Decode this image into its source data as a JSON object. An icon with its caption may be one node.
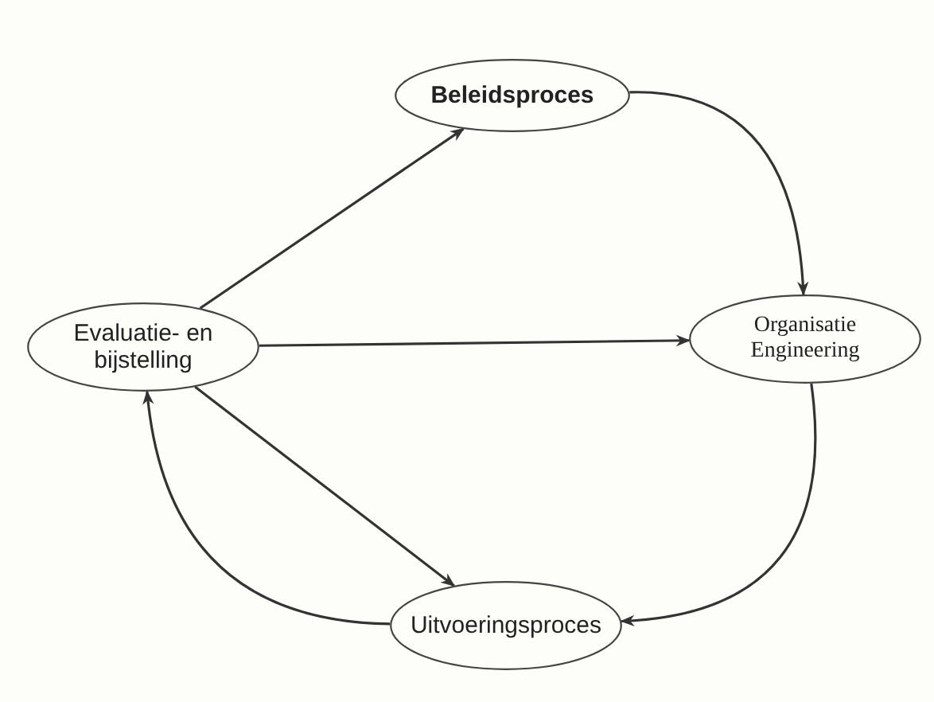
{
  "diagram": {
    "nodes": [
      {
        "text": [
          "Evaluatie- en bijstelling"
        ]
      },
      {
        "text": [
          "Beleidsproces"
        ]
      },
      {
        "text": [
          "Organisatie Engineering"
        ]
      },
      {
        "text": [
          "Uitvoeringsproces"
        ]
      }
    ],
    "edges": [
      {
        "from": 1,
        "to": 2,
        "arrow": "to"
      },
      {
        "from": 2,
        "to": 3,
        "arrow": "to"
      },
      {
        "from": 3,
        "to": 0,
        "arrow": "to"
      },
      {
        "from": 0,
        "to": 1,
        "arrow": "to"
      },
      {
        "from": 0,
        "to": 2,
        "arrow": "to"
      },
      {
        "from": 0,
        "to": 3,
        "arrow": "to"
      }
    ]
  }
}
